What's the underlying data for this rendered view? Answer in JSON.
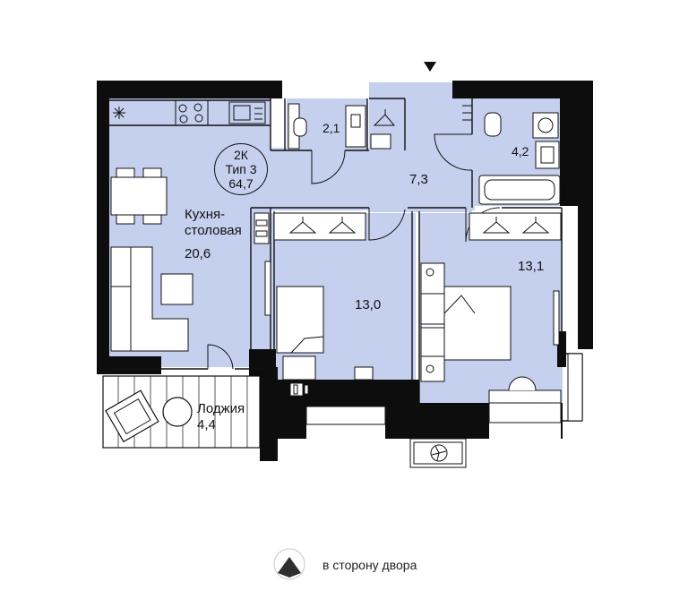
{
  "apartment": {
    "rooms_code": "2К",
    "type": "Тип 3",
    "total_area": "64,7"
  },
  "rooms": {
    "kitchen_name_1": "Кухня-",
    "kitchen_name_2": "столовая",
    "kitchen_area": "20,6",
    "wc_area": "2,1",
    "bath_area": "4,2",
    "hall_area": "7,3",
    "bedroom1_area": "13,0",
    "bedroom2_area": "13,1",
    "loggia_name": "Лоджия",
    "loggia_area": "4,4"
  },
  "compass": {
    "label": "в сторону двора"
  },
  "colors": {
    "room_fill": "#c5cfee",
    "wall": "#0d0d0d",
    "outline": "#111111"
  },
  "icons": [
    "entrance-arrow-icon",
    "fridge-snowflake-icon",
    "stove-icon",
    "sink-icon",
    "toilet-icon",
    "bathtub-icon",
    "hanger-icon",
    "ac-unit-icon",
    "compass-icon"
  ]
}
